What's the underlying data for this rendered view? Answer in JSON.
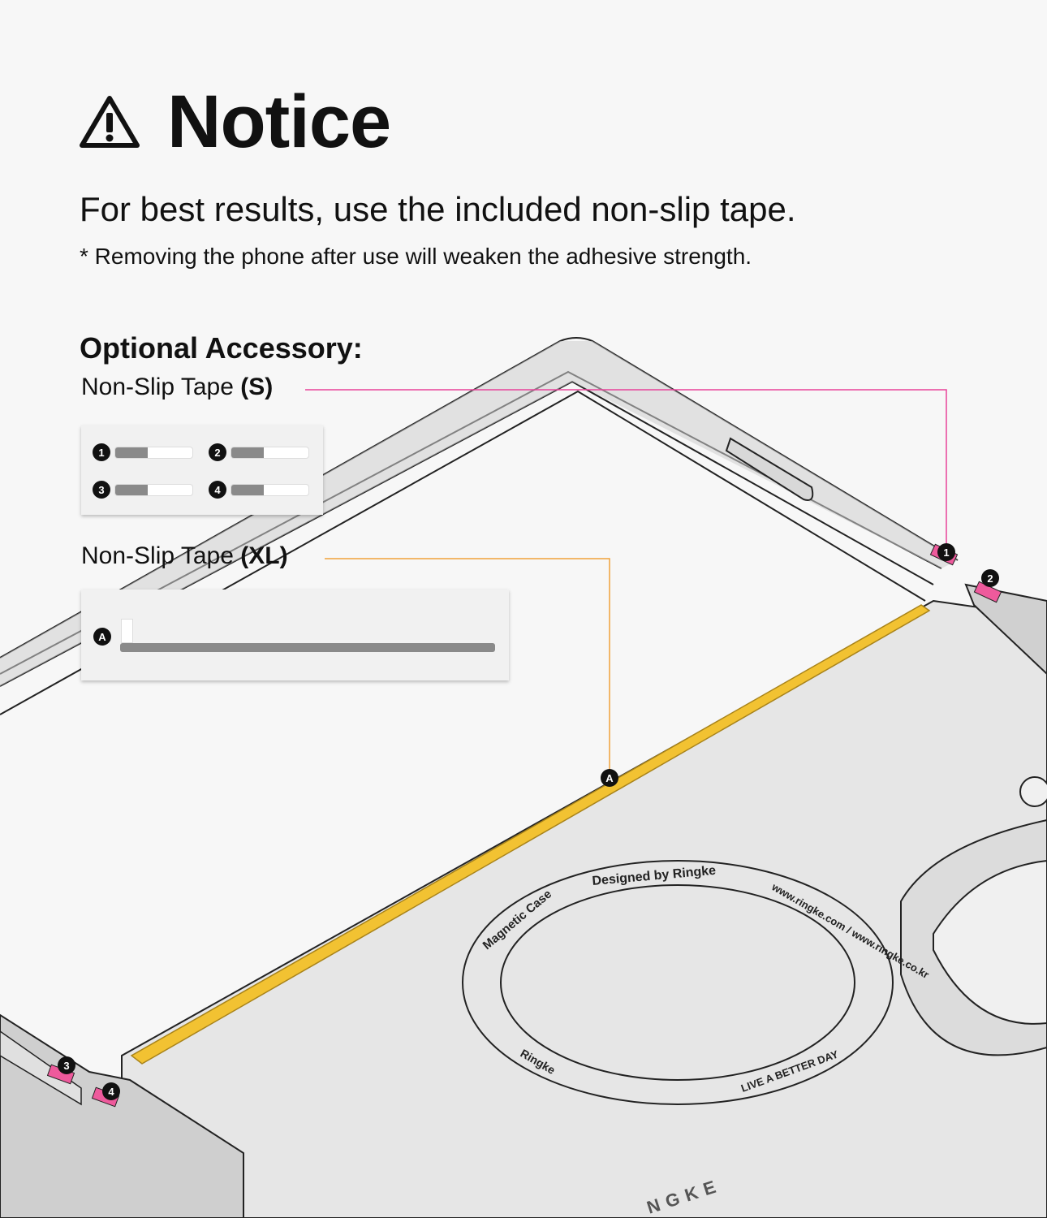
{
  "notice": {
    "title": "Notice",
    "icon": "warning-triangle-icon",
    "subtitle": "For best results, use the included non-slip tape.",
    "footnote": "* Removing the phone after use will weaken the adhesive strength."
  },
  "accessory": {
    "heading": "Optional Accessory:",
    "tape_s": {
      "label": "Non-Slip Tape",
      "size": "(S)",
      "items": [
        "1",
        "2",
        "3",
        "4"
      ],
      "leader_color": "#e8439a"
    },
    "tape_xl": {
      "label": "Non-Slip Tape",
      "size": "(XL)",
      "item": "A",
      "leader_color": "#f0a23a"
    }
  },
  "callouts": [
    "1",
    "2",
    "3",
    "4",
    "A"
  ],
  "case_print": {
    "ring_top": "Designed by Ringke",
    "ring_left": "Magnetic Case",
    "ring_right": "www.ringke.com / www.ringke.co.kr",
    "ring_bottom_right": "LIVE A BETTER DAY",
    "ring_bottom_left": "Ringke",
    "bottom_brand": "NGKE"
  },
  "colors": {
    "tape_yellow": "#f2c232",
    "tape_pink": "#ee5a9c",
    "case_fill": "#e6e6e6",
    "case_edge": "#c4c4c4"
  }
}
